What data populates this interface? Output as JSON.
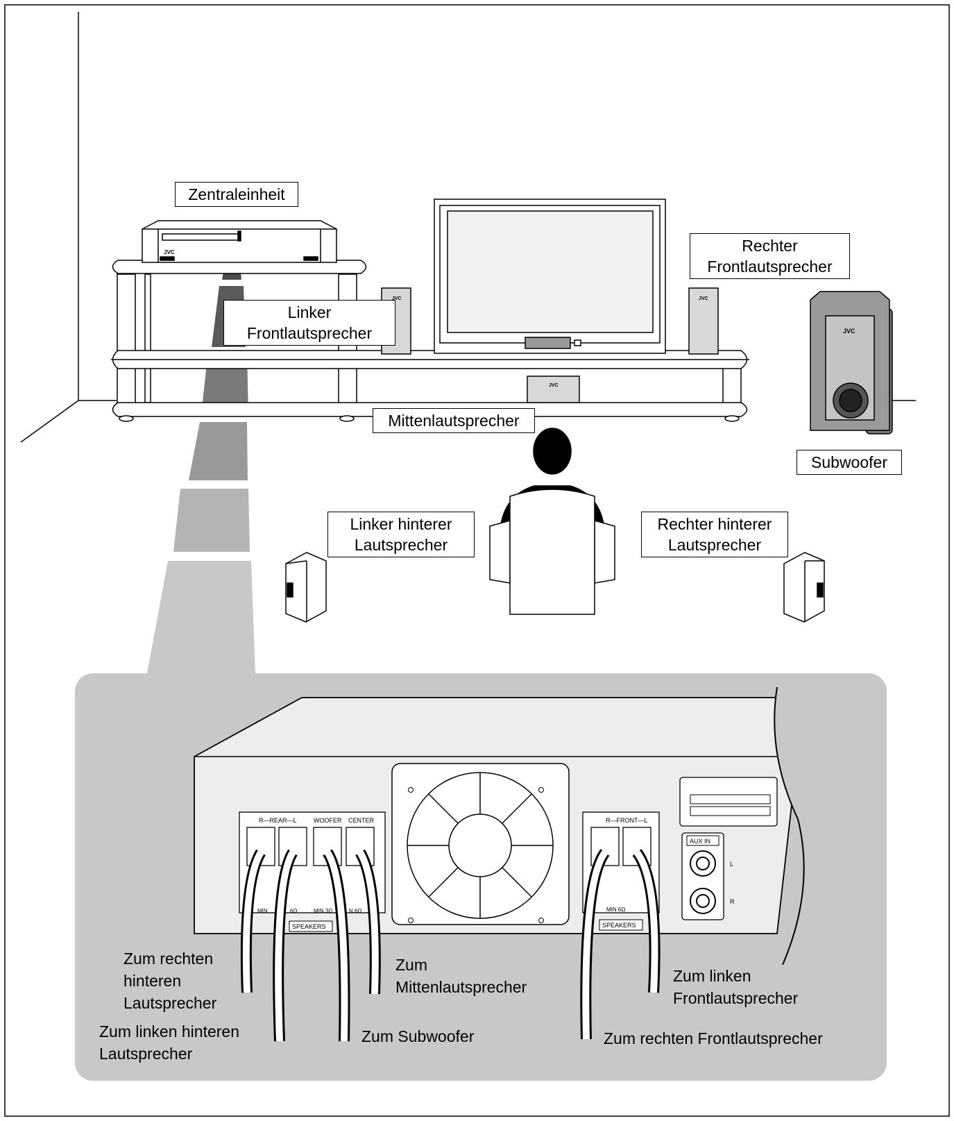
{
  "labels": {
    "main_unit": "Zentraleinheit",
    "right_front_l1": "Rechter",
    "right_front_l2": "Frontlautsprecher",
    "left_front_l1": "Linker",
    "left_front_l2": "Frontlautsprecher",
    "center": "Mittenlautsprecher",
    "subwoofer": "Subwoofer",
    "left_rear_l1": "Linker hinterer",
    "left_rear_l2": "Lautsprecher",
    "right_rear_l1": "Rechter hinterer",
    "right_rear_l2": "Lautsprecher"
  },
  "captions": {
    "to_right_rear_l1": "Zum rechten",
    "to_right_rear_l2": "hinteren",
    "to_right_rear_l3": "Lautsprecher",
    "to_left_rear_l1": "Zum linken hinteren",
    "to_left_rear_l2": "Lautsprecher",
    "to_center_l1": "Zum",
    "to_center_l2": "Mittenlautsprecher",
    "to_subwoofer": "Zum Subwoofer",
    "to_left_front_l1": "Zum linken",
    "to_left_front_l2": "Frontlautsprecher",
    "to_right_front": "Zum rechten Frontlautsprecher"
  },
  "panel_text": {
    "rear_lr": "R—REAR—L",
    "woofer": "WOOFER",
    "center": "CENTER",
    "front_lr": "R—FRONT—L",
    "aux_in": "AUX IN",
    "speakers_1": "SPEAKERS",
    "speakers_2": "SPEAKERS",
    "min_6_a": "MIN",
    "ohm_6_a": "6Ω",
    "min_3": "MIN 3Ω",
    "min_6_b": "N 6Ω",
    "min_6_front": "MIN 6Ω",
    "aux_l": "L",
    "aux_r": "R",
    "brand_sub": "JVC",
    "brand_front_l": "JVC",
    "brand_front_r": "JVC",
    "brand_center": "JVC",
    "brand_unit": "JVC"
  },
  "colors": {
    "panel_gray": "#c8c8c8",
    "beam_1": "#4a4a4a",
    "beam_2": "#6a6a6a",
    "beam_3": "#8a8a8a",
    "beam_4": "#a8a8a8",
    "beam_5": "#c8c8c8"
  }
}
